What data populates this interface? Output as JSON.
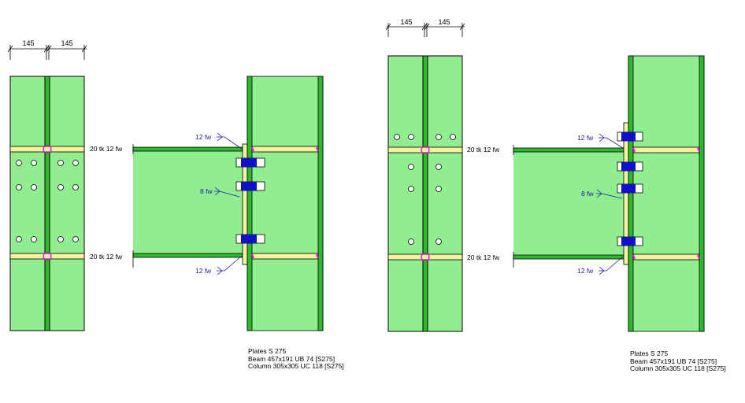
{
  "left": {
    "dims": [
      "145",
      "145"
    ],
    "stiffener_top": "20 tk 12 fw",
    "stiffener_bottom": "20 tk 12 fw",
    "weld_top": "12 fw",
    "weld_mid": "8 fw",
    "weld_bottom": "12 fw",
    "notes": [
      "Plates S 275",
      "Beam 457x191 UB 74 [S275]",
      "Column 305x305 UC 118 [S275]"
    ]
  },
  "right": {
    "dims": [
      "145",
      "145"
    ],
    "stiffener_top": "20 tk 12 fw",
    "stiffener_bottom": "20 tk 12 fw",
    "weld_top": "12 fw",
    "weld_mid": "8 fw",
    "weld_bottom": "12 fw",
    "notes": [
      "Plates S 275",
      "Beam 457x191 UB 74 [S275]",
      "Column 305x305 UC 118 [S275]"
    ]
  },
  "colors": {
    "steel_fill": "#90ee90",
    "flange_fill": "#2db82d",
    "stiffener_fill": "#f2f2a0",
    "bolt_blue": "#1010cc",
    "weld_magenta": "#ff00ff",
    "weld_text": "#1a1aa0"
  }
}
